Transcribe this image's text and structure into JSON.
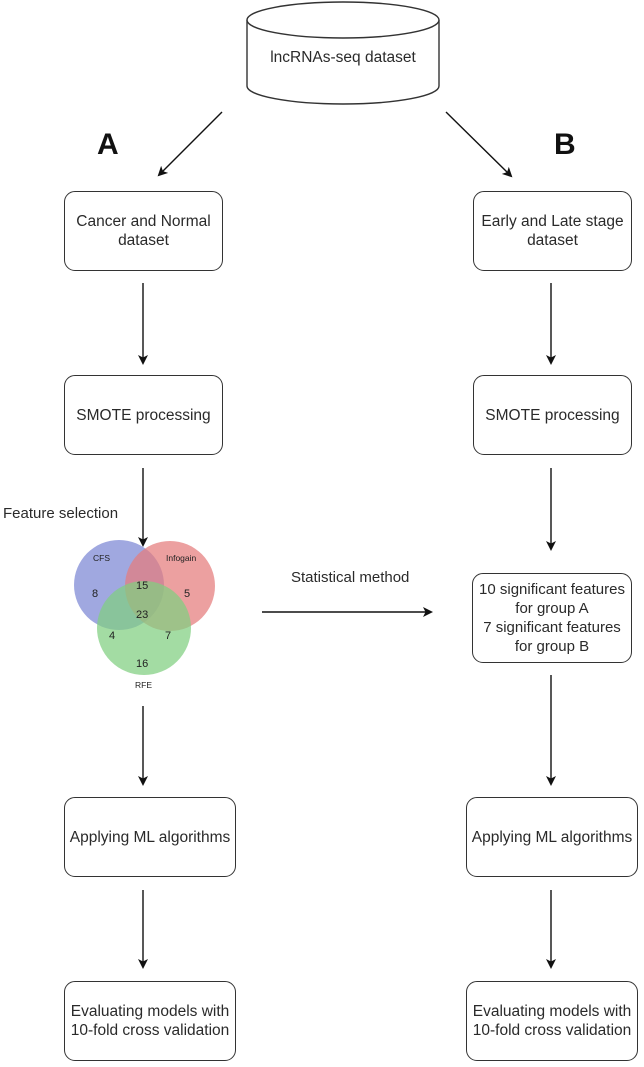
{
  "source": {
    "label": "lncRNAs-seq dataset",
    "shape": "database-cylinder"
  },
  "branch_a": {
    "label": "A",
    "steps": [
      "Cancer and Normal\ndataset",
      "SMOTE processing",
      "Applying ML algorithms",
      "Evaluating models with\n10-fold cross validation"
    ],
    "feature_selection_label": "Feature selection",
    "venn": {
      "sets": [
        "CFS",
        "Infogain",
        "RFE"
      ],
      "colors": {
        "CFS": "#7b86d4",
        "Infogain": "#e47b7b",
        "RFE": "#7fcf80"
      },
      "regions": {
        "CFS_only": "8",
        "Infogain_only": "5",
        "RFE_only": "16",
        "CFS_Infogain": "15",
        "CFS_RFE": "4",
        "Infogain_RFE": "7",
        "all_three": "23"
      }
    }
  },
  "branch_b": {
    "label": "B",
    "steps": [
      "Early and Late stage\ndataset",
      "SMOTE processing",
      "10 significant features\nfor group A\n7 significant features\nfor group B",
      "Applying ML algorithms",
      "Evaluating models with\n10-fold cross validation"
    ]
  },
  "connector_label": "Statistical method"
}
